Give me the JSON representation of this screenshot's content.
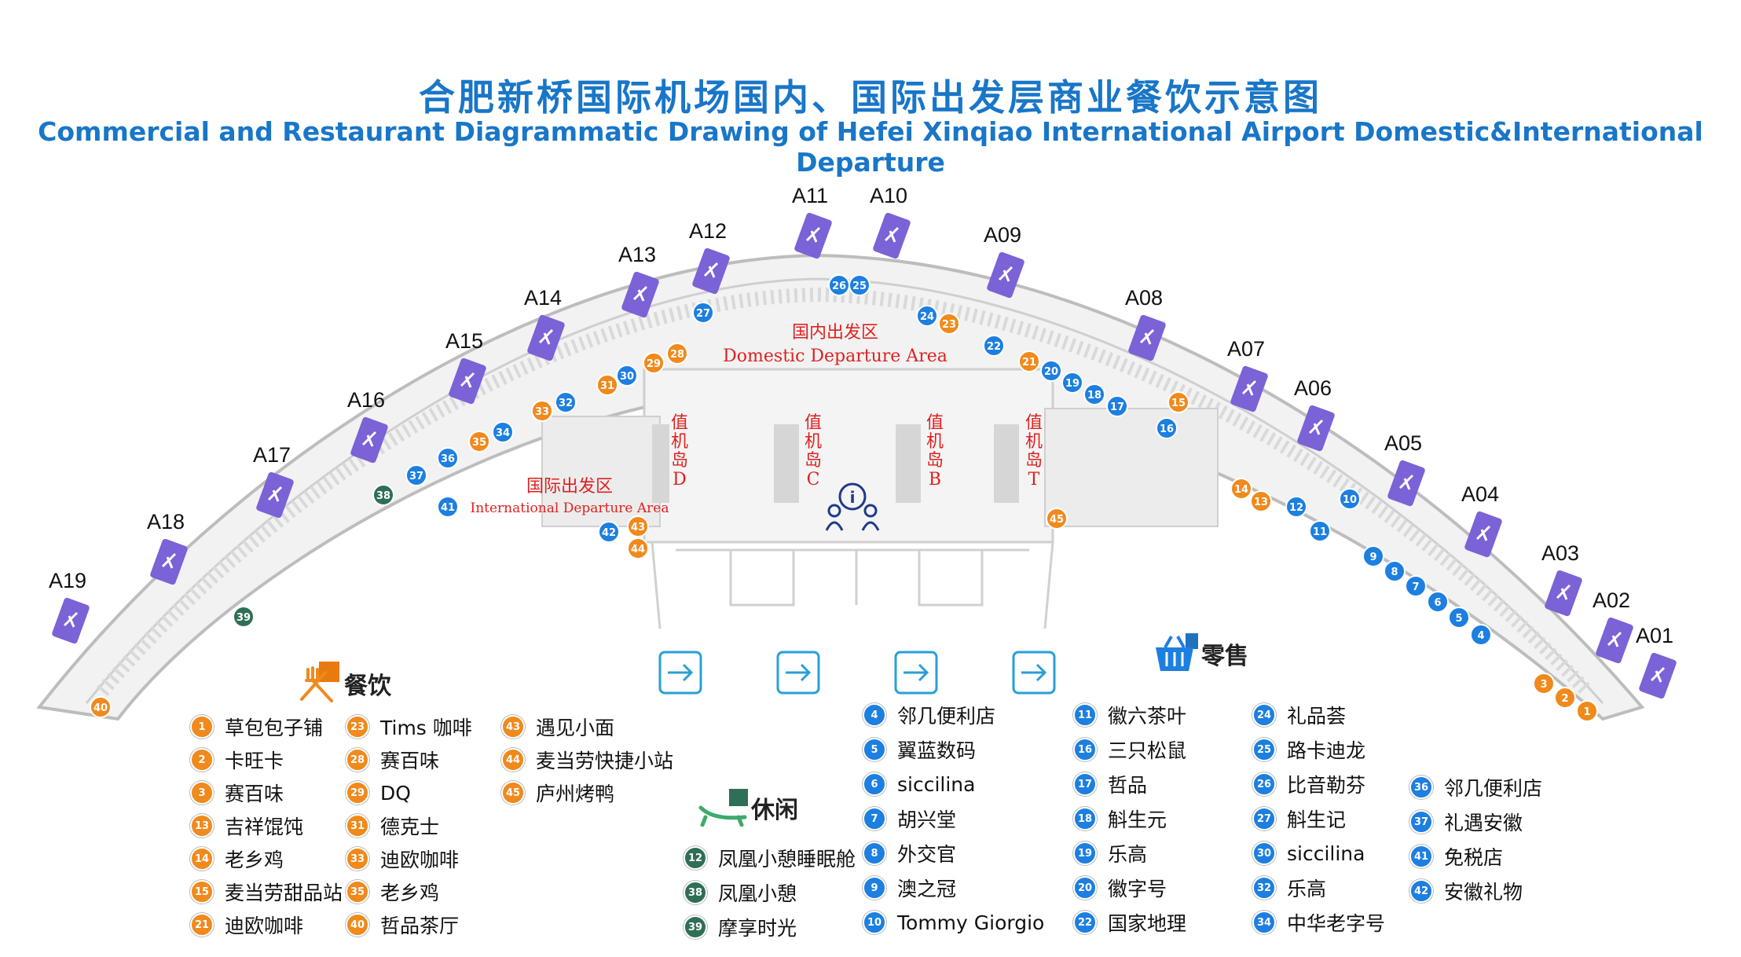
{
  "title_cn": "合肥新桥国际机场国内、国际出发层商业餐饮示意图",
  "title_en": "Commercial and Restaurant Diagrammatic Drawing of Hefei Xinqiao International Airport Domestic&International Departure",
  "zones": {
    "domestic_cn": "国内出发区",
    "domestic_en": "Domestic Departure Area",
    "international_cn": "国际出发区",
    "international_en": "International Departure Area",
    "islands": [
      "值机岛D",
      "值机岛C",
      "值机岛B",
      "值机岛T"
    ]
  },
  "gates": [
    "A19",
    "A18",
    "A17",
    "A16",
    "A15",
    "A14",
    "A13",
    "A12",
    "A11",
    "A10",
    "A09",
    "A08",
    "A07",
    "A06",
    "A05",
    "A04",
    "A03",
    "A02",
    "A01"
  ],
  "colors": {
    "food": "#f08a1c",
    "retail": "#1d7fe0",
    "leisure": "#2f6f55",
    "title": "#1976c8",
    "zone": "#e02020"
  },
  "categories": {
    "food": "餐饮",
    "retail": "零售",
    "leisure": "休闲"
  },
  "map_markers": [
    {
      "n": "40",
      "t": "food"
    },
    {
      "n": "39",
      "t": "leisure"
    },
    {
      "n": "38",
      "t": "leisure"
    },
    {
      "n": "37",
      "t": "retail"
    },
    {
      "n": "36",
      "t": "retail"
    },
    {
      "n": "35",
      "t": "food"
    },
    {
      "n": "34",
      "t": "retail"
    },
    {
      "n": "33",
      "t": "food"
    },
    {
      "n": "32",
      "t": "retail"
    },
    {
      "n": "31",
      "t": "food"
    },
    {
      "n": "30",
      "t": "retail"
    },
    {
      "n": "29",
      "t": "food"
    },
    {
      "n": "28",
      "t": "food"
    },
    {
      "n": "27",
      "t": "retail"
    },
    {
      "n": "26",
      "t": "retail"
    },
    {
      "n": "25",
      "t": "retail"
    },
    {
      "n": "24",
      "t": "retail"
    },
    {
      "n": "23",
      "t": "food"
    },
    {
      "n": "22",
      "t": "retail"
    },
    {
      "n": "21",
      "t": "food"
    },
    {
      "n": "20",
      "t": "retail"
    },
    {
      "n": "19",
      "t": "retail"
    },
    {
      "n": "18",
      "t": "retail"
    },
    {
      "n": "17",
      "t": "retail"
    },
    {
      "n": "15",
      "t": "food"
    },
    {
      "n": "16",
      "t": "retail"
    },
    {
      "n": "14",
      "t": "food"
    },
    {
      "n": "13",
      "t": "food"
    },
    {
      "n": "12",
      "t": "retail"
    },
    {
      "n": "11",
      "t": "retail"
    },
    {
      "n": "10",
      "t": "retail"
    },
    {
      "n": "9",
      "t": "retail"
    },
    {
      "n": "8",
      "t": "retail"
    },
    {
      "n": "7",
      "t": "retail"
    },
    {
      "n": "6",
      "t": "retail"
    },
    {
      "n": "5",
      "t": "retail"
    },
    {
      "n": "4",
      "t": "retail"
    },
    {
      "n": "3",
      "t": "food"
    },
    {
      "n": "2",
      "t": "food"
    },
    {
      "n": "1",
      "t": "food"
    },
    {
      "n": "41",
      "t": "retail"
    },
    {
      "n": "42",
      "t": "retail"
    },
    {
      "n": "43",
      "t": "food"
    },
    {
      "n": "44",
      "t": "food"
    },
    {
      "n": "45",
      "t": "food"
    }
  ],
  "legend": {
    "food_col1": [
      {
        "n": "1",
        "label": "草包包子铺"
      },
      {
        "n": "2",
        "label": "卡旺卡"
      },
      {
        "n": "3",
        "label": "赛百味"
      },
      {
        "n": "13",
        "label": "吉祥馄饨"
      },
      {
        "n": "14",
        "label": "老乡鸡"
      },
      {
        "n": "15",
        "label": "麦当劳甜品站"
      },
      {
        "n": "21",
        "label": "迪欧咖啡"
      }
    ],
    "food_col2": [
      {
        "n": "23",
        "label": "Tims 咖啡"
      },
      {
        "n": "28",
        "label": "赛百味"
      },
      {
        "n": "29",
        "label": "DQ"
      },
      {
        "n": "31",
        "label": "德克士"
      },
      {
        "n": "33",
        "label": "迪欧咖啡"
      },
      {
        "n": "35",
        "label": "老乡鸡"
      },
      {
        "n": "40",
        "label": "哲品茶厅"
      }
    ],
    "food_col3": [
      {
        "n": "43",
        "label": "遇见小面"
      },
      {
        "n": "44",
        "label": "麦当劳快捷小站"
      },
      {
        "n": "45",
        "label": "庐州烤鸭"
      }
    ],
    "leisure": [
      {
        "n": "12",
        "label": "凤凰小憩睡眠舱"
      },
      {
        "n": "38",
        "label": "凤凰小憩"
      },
      {
        "n": "39",
        "label": "摩享时光"
      }
    ],
    "retail_col1": [
      {
        "n": "4",
        "label": "邻几便利店"
      },
      {
        "n": "5",
        "label": "翼蓝数码"
      },
      {
        "n": "6",
        "label": "siccilina"
      },
      {
        "n": "7",
        "label": "胡兴堂"
      },
      {
        "n": "8",
        "label": "外交官"
      },
      {
        "n": "9",
        "label": "澳之冠"
      },
      {
        "n": "10",
        "label": "Tommy Giorgio"
      }
    ],
    "retail_col2": [
      {
        "n": "11",
        "label": "徽六茶叶"
      },
      {
        "n": "16",
        "label": "三只松鼠"
      },
      {
        "n": "17",
        "label": "哲品"
      },
      {
        "n": "18",
        "label": "斛生元"
      },
      {
        "n": "19",
        "label": "乐高"
      },
      {
        "n": "20",
        "label": "徽字号"
      },
      {
        "n": "22",
        "label": "国家地理"
      }
    ],
    "retail_col3": [
      {
        "n": "24",
        "label": "礼品荟"
      },
      {
        "n": "25",
        "label": "路卡迪龙"
      },
      {
        "n": "26",
        "label": "比音勒芬"
      },
      {
        "n": "27",
        "label": "斛生记"
      },
      {
        "n": "30",
        "label": "siccilina"
      },
      {
        "n": "32",
        "label": "乐高"
      },
      {
        "n": "34",
        "label": "中华老字号"
      }
    ],
    "retail_col4": [
      {
        "n": "36",
        "label": "邻几便利店"
      },
      {
        "n": "37",
        "label": "礼遇安徽"
      },
      {
        "n": "41",
        "label": "免税店"
      },
      {
        "n": "42",
        "label": "安徽礼物"
      }
    ]
  }
}
